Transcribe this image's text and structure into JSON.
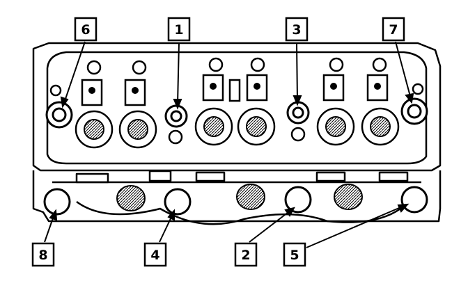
{
  "diagram": {
    "callouts": [
      {
        "id": "c1",
        "label": "1"
      },
      {
        "id": "c2",
        "label": "2"
      },
      {
        "id": "c3",
        "label": "3"
      },
      {
        "id": "c4",
        "label": "4"
      },
      {
        "id": "c5",
        "label": "5"
      },
      {
        "id": "c6",
        "label": "6"
      },
      {
        "id": "c7",
        "label": "7"
      },
      {
        "id": "c8",
        "label": "8"
      }
    ],
    "line_color": "#000000",
    "fill_color": "#ffffff"
  }
}
